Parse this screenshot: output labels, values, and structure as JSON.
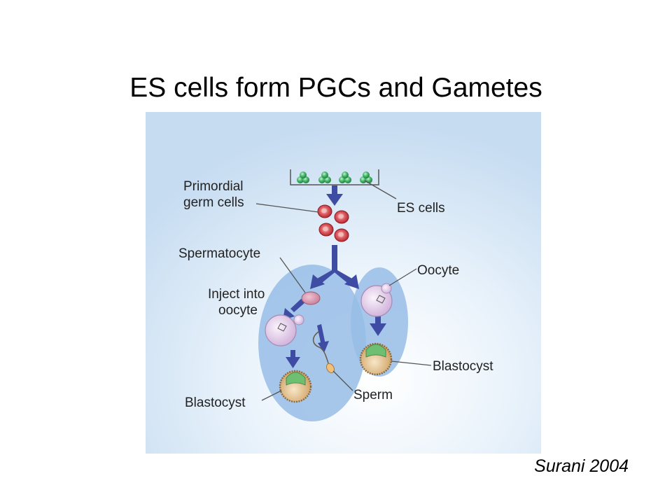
{
  "slide": {
    "title": "ES cells form PGCs and Gametes",
    "citation": "Surani 2004"
  },
  "figure": {
    "labels": {
      "primordial_line1": "Primordial",
      "primordial_line2": "germ cells",
      "es_cells": "ES cells",
      "spermatocyte": "Spermatocyte",
      "oocyte": "Oocyte",
      "inject_line1": "Inject into",
      "inject_line2": "oocyte",
      "blastocyst_right": "Blastocyst",
      "sperm": "Sperm",
      "blastocyst_left": "Blastocyst"
    },
    "colors": {
      "panel_bg": "#c6dcf1",
      "panel_center": "#ffffff",
      "oval": "#98bde6",
      "arrow": "#3f4ca3",
      "pgc_red": "#c8333a",
      "es_green": "#2fa55a",
      "oocyte_pink": "#dcc4e4",
      "blastocyst_tan": "#d9b27c",
      "label_line": "#555555"
    }
  }
}
